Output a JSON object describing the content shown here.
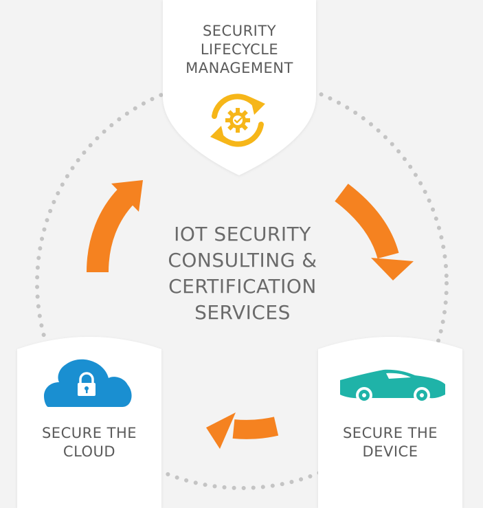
{
  "center": {
    "lines": [
      "IOT SECURITY",
      "CONSULTING &",
      "CERTIFICATION",
      "SERVICES"
    ]
  },
  "nodes": {
    "top": {
      "lines": [
        "SECURITY",
        "LIFECYCLE",
        "MANAGEMENT"
      ],
      "icon": "lifecycle-gear-check-icon"
    },
    "right": {
      "lines": [
        "SECURE THE",
        "DEVICE"
      ],
      "icon": "car-icon"
    },
    "left": {
      "lines": [
        "SECURE THE",
        "CLOUD"
      ],
      "icon": "cloud-lock-icon"
    }
  },
  "colors": {
    "background": "#f3f3f3",
    "shield": "#ffffff",
    "dots": "#c4c4c4",
    "arrow": "#f58220",
    "gear_yellow": "#f6b619",
    "car_teal": "#1fb3a8",
    "cloud_blue": "#1a8fd1",
    "text": "#5a5a5a"
  }
}
